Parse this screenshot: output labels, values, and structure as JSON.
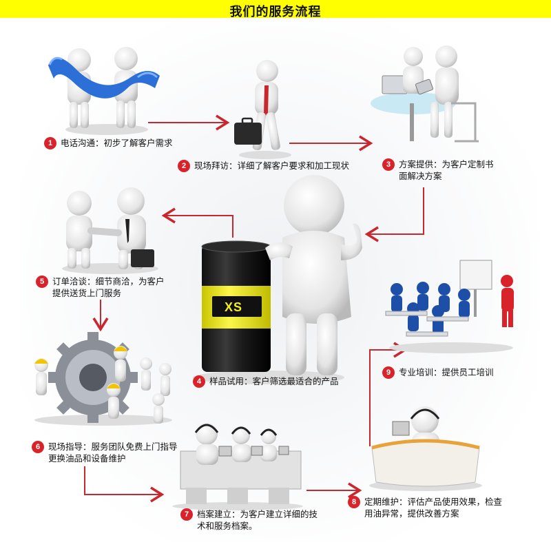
{
  "header": {
    "title": "我们的服务流程"
  },
  "colors": {
    "banner": "#ffff00",
    "badge": "#d9232a",
    "arrow": "#c8282d",
    "barrel_band": "#f4ef1a"
  },
  "barrel": {
    "logo_text": "XS"
  },
  "steps": [
    {
      "num": "1",
      "text": "电话沟通：初步了解客户需求"
    },
    {
      "num": "2",
      "text": "现场拜访：详细了解客户要求和加工现状"
    },
    {
      "num": "3",
      "text": "方案提供：为客户定制书面解决方案"
    },
    {
      "num": "4",
      "text": "样品试用：客户筛选最适合的产品"
    },
    {
      "num": "5",
      "text": "订单洽谈：细节商洽，为客户提供送货上门服务"
    },
    {
      "num": "6",
      "text": "现场指导：服务团队免费上门指导更换油品和设备维护"
    },
    {
      "num": "7",
      "text": "档案建立：为客户建立详细的技术和服务档案。"
    },
    {
      "num": "8",
      "text": "定期维护：评估产品使用效果，检查用油异常，提供改善方案"
    },
    {
      "num": "9",
      "text": "专业培训：提供员工培训"
    }
  ],
  "icons": [
    "phone-handshake-figures",
    "business-visit-figure",
    "planning-meeting-figures",
    "oil-barrel-mascot",
    "handshake-deal-figures",
    "gear-workers",
    "call-center-agents",
    "service-desk-agent",
    "training-class"
  ]
}
